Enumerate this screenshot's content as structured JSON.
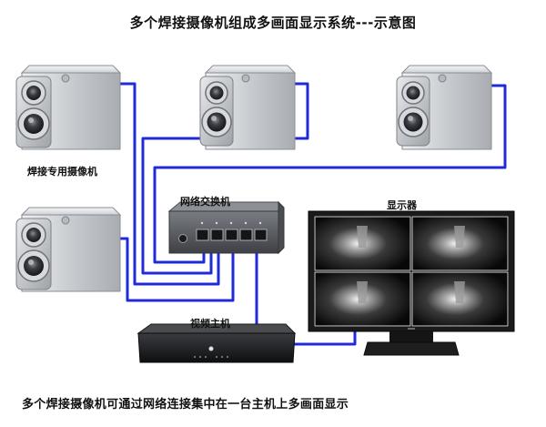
{
  "title": "多个焊接摄像机组成多画面显示系统---示意图",
  "labels": {
    "camera": "焊接专用摄像机",
    "switch": "网络交换机",
    "monitor": "显示器",
    "nvr": "视频主机"
  },
  "caption": "多个焊接摄像机可通过网络连接集中在一台主机上多画面显示",
  "colors": {
    "cable": "#1f2bd6",
    "camera_body": "#c9ccd0",
    "switch_body": "#5a5d63",
    "nvr_body": "#1e1f22",
    "monitor_frame": "#1a1a1a"
  },
  "counts": {
    "cameras": 4,
    "monitor_quadrants": 4
  }
}
